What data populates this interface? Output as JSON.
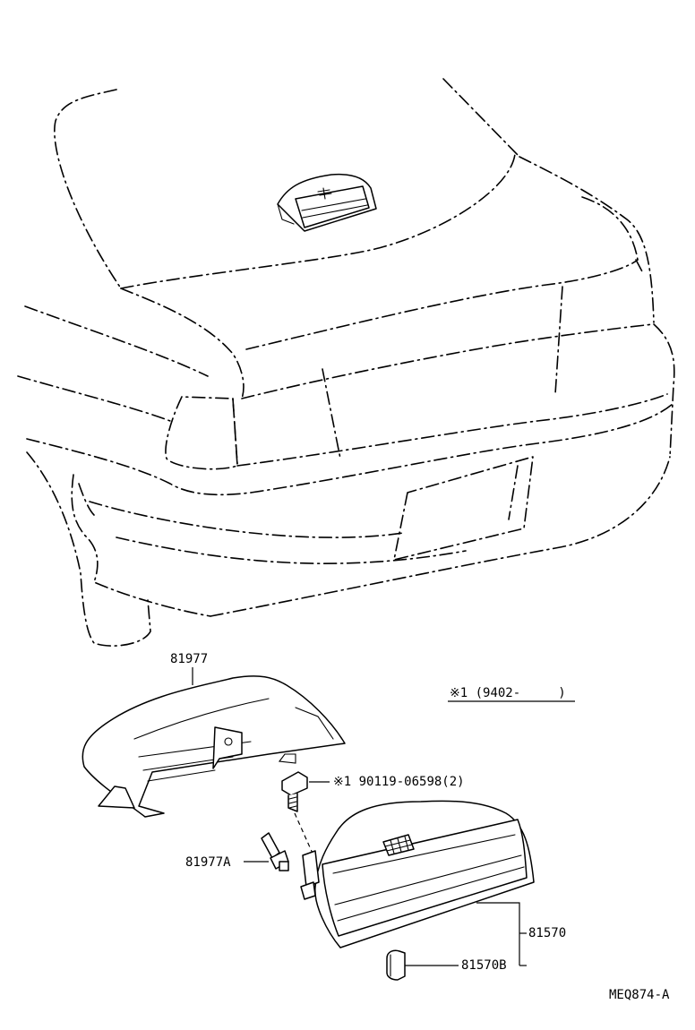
{
  "diagram": {
    "labels": {
      "spoiler": "81977",
      "note": "※1 (9402-     )",
      "screw": "※1 90119-06598(2)",
      "clip": "81977A",
      "lamp": "81570",
      "bulb": "81570B",
      "code": "MEQ874-A"
    }
  }
}
